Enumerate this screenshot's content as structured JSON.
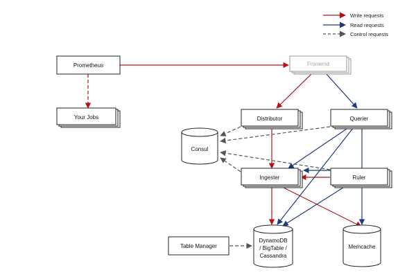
{
  "legend": {
    "write": "Write requests",
    "read": "Read requests",
    "control": "Control requests"
  },
  "nodes": {
    "prometheus": "Prometheus",
    "your_jobs": "Your Jobs",
    "frontend": "Frontend",
    "distributor": "Distributor",
    "querier": "Querier",
    "consul": "Consul",
    "ingester": "Ingester",
    "ruler": "Ruler",
    "table_manager": "Table Manager",
    "store_line1": "DynamoDB",
    "store_line2": "/ BigTable /",
    "store_line3": "Cassandra",
    "memcache": "Memcache"
  },
  "colors": {
    "write": "#b3121b",
    "read": "#1f3a7a",
    "control": "#555555",
    "frontend_text": "#aaaaaa"
  }
}
